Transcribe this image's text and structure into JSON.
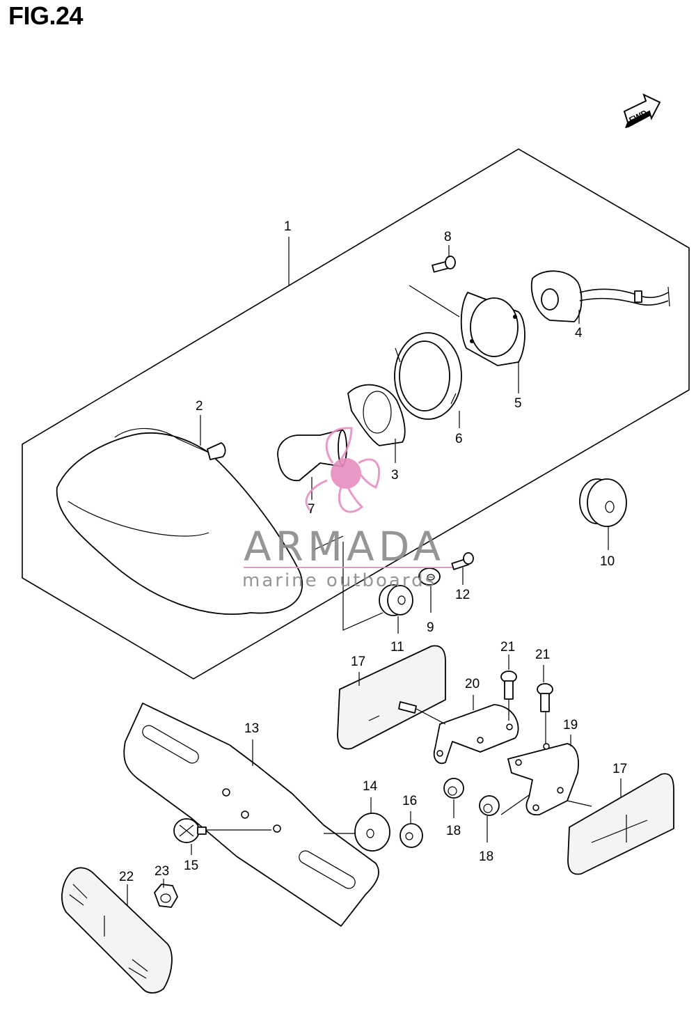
{
  "figure_title": "FIG.24",
  "fwd_arrow_label": "FWD",
  "watermark": {
    "brand": "ARMADA",
    "tagline": "marine outboards",
    "colors": {
      "propeller": "#e88fc0",
      "text": "#8a8a8a"
    }
  },
  "part_labels": {
    "p1": "1",
    "p2": "2",
    "p3": "3",
    "p4": "4",
    "p5": "5",
    "p6": "6",
    "p7": "7",
    "p8": "8",
    "p9": "9",
    "p10": "10",
    "p11": "11",
    "p12": "12",
    "p13": "13",
    "p14": "14",
    "p15": "15",
    "p16": "16",
    "p17a": "17",
    "p17b": "17",
    "p18a": "18",
    "p18b": "18",
    "p19": "19",
    "p20": "20",
    "p21a": "21",
    "p21b": "21",
    "p22": "22",
    "p23": "23"
  }
}
